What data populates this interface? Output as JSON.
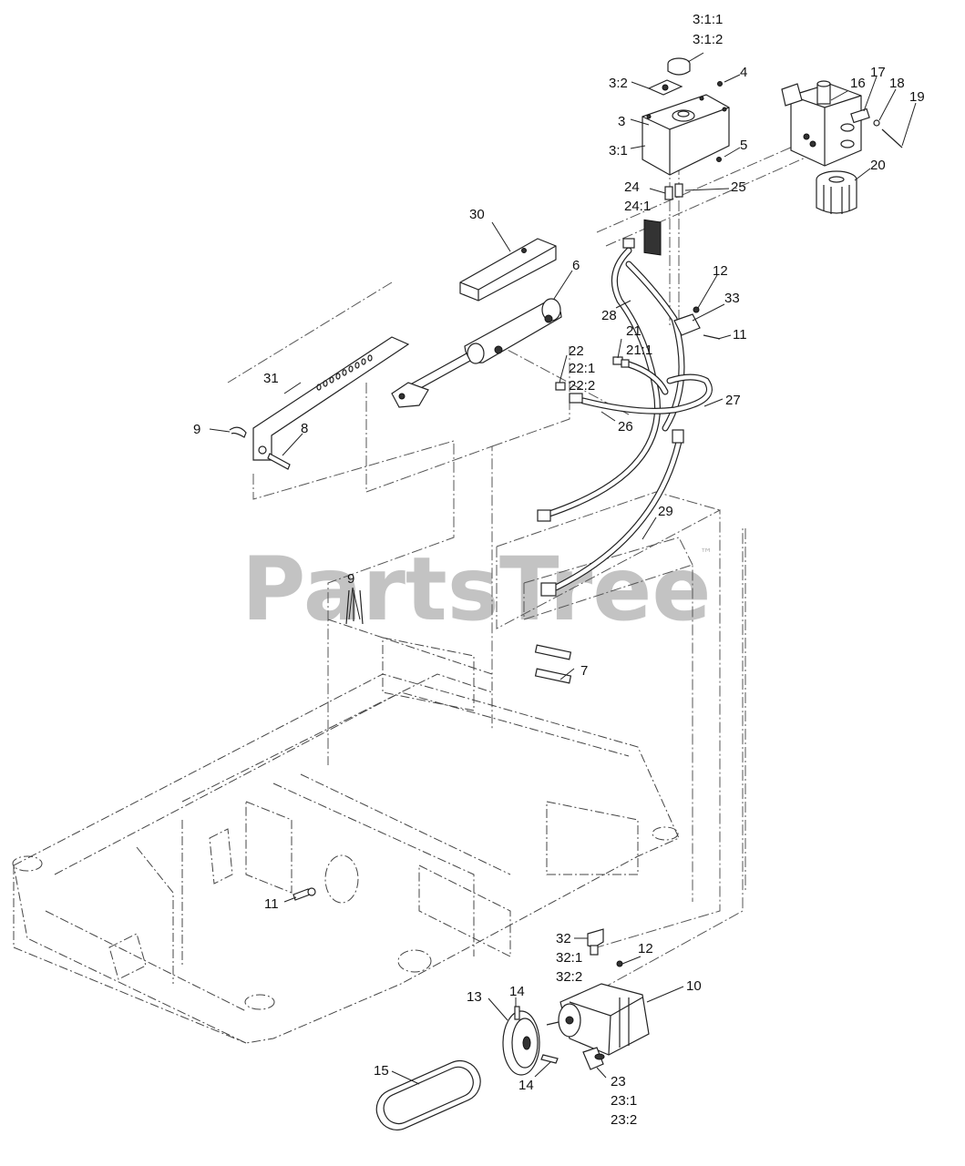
{
  "watermark": {
    "brand": "PartsTree",
    "trademark": "™"
  },
  "callouts": {
    "c311": "3:1:1",
    "c312": "3:1:2",
    "c32": "3:2",
    "c3": "3",
    "c31": "3:1",
    "c4": "4",
    "c5": "5",
    "c16": "16",
    "c17": "17",
    "c18": "18",
    "c19": "19",
    "c20": "20",
    "c24": "24",
    "c241": "24:1",
    "c25": "25",
    "c30": "30",
    "c6": "6",
    "c12a": "12",
    "c33": "33",
    "c28": "28",
    "c21": "21",
    "c211": "21:1",
    "c11a": "11",
    "c22": "22",
    "c221": "22:1",
    "c222": "22:2",
    "c27": "27",
    "c26": "26",
    "c31b": "31",
    "c9a": "9",
    "c8": "8",
    "c29": "29",
    "c9b": "9",
    "c7": "7",
    "c11b": "11",
    "c32b": "32",
    "c321": "32:1",
    "c322": "32:2",
    "c12b": "12",
    "c10": "10",
    "c14a": "14",
    "c13": "13",
    "c15": "15",
    "c14b": "14",
    "c23": "23",
    "c231": "23:1",
    "c232": "23:2"
  }
}
